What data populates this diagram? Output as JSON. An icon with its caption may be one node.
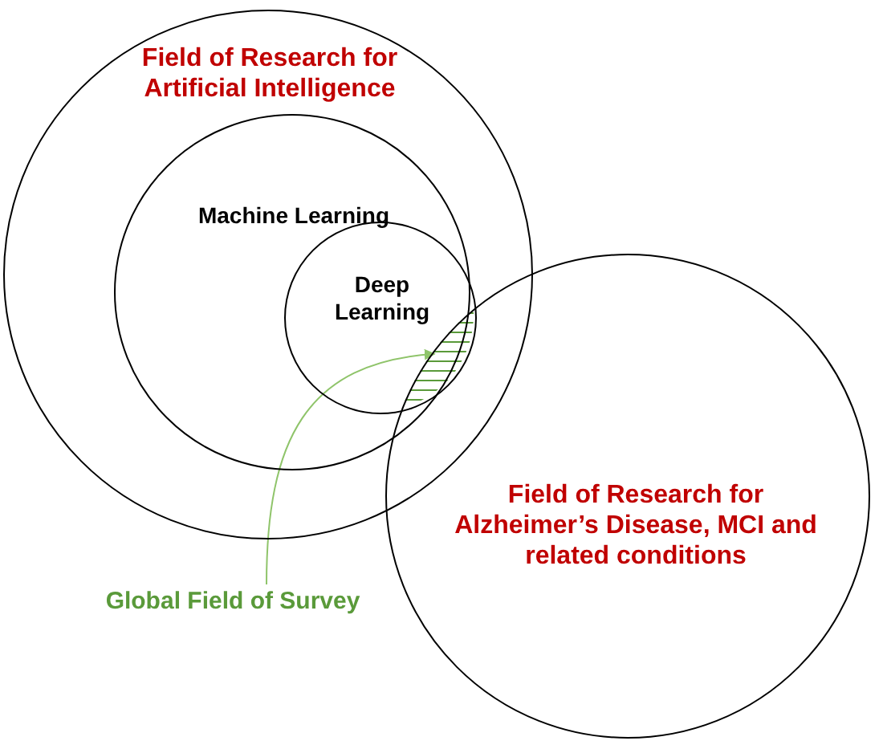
{
  "diagram": {
    "nodes": [
      {
        "text": [
          "Field of Research for Artificial Intelligence"
        ]
      },
      {
        "text": [
          "Machine Learning"
        ],
        "in": 0
      },
      {
        "text": [
          "Deep Learning"
        ],
        "in": 1
      },
      {
        "text": [
          "Field of Research for Alzheimer’s Disease, MCI and related conditions"
        ]
      },
      {
        "text": [
          "Global Field of Survey"
        ]
      },
      {
        "text": [],
        "shape": "area"
      }
    ],
    "edges": [
      {
        "from": 4,
        "to": 5,
        "arrow": "to",
        "color": "#8fc46a"
      }
    ]
  }
}
